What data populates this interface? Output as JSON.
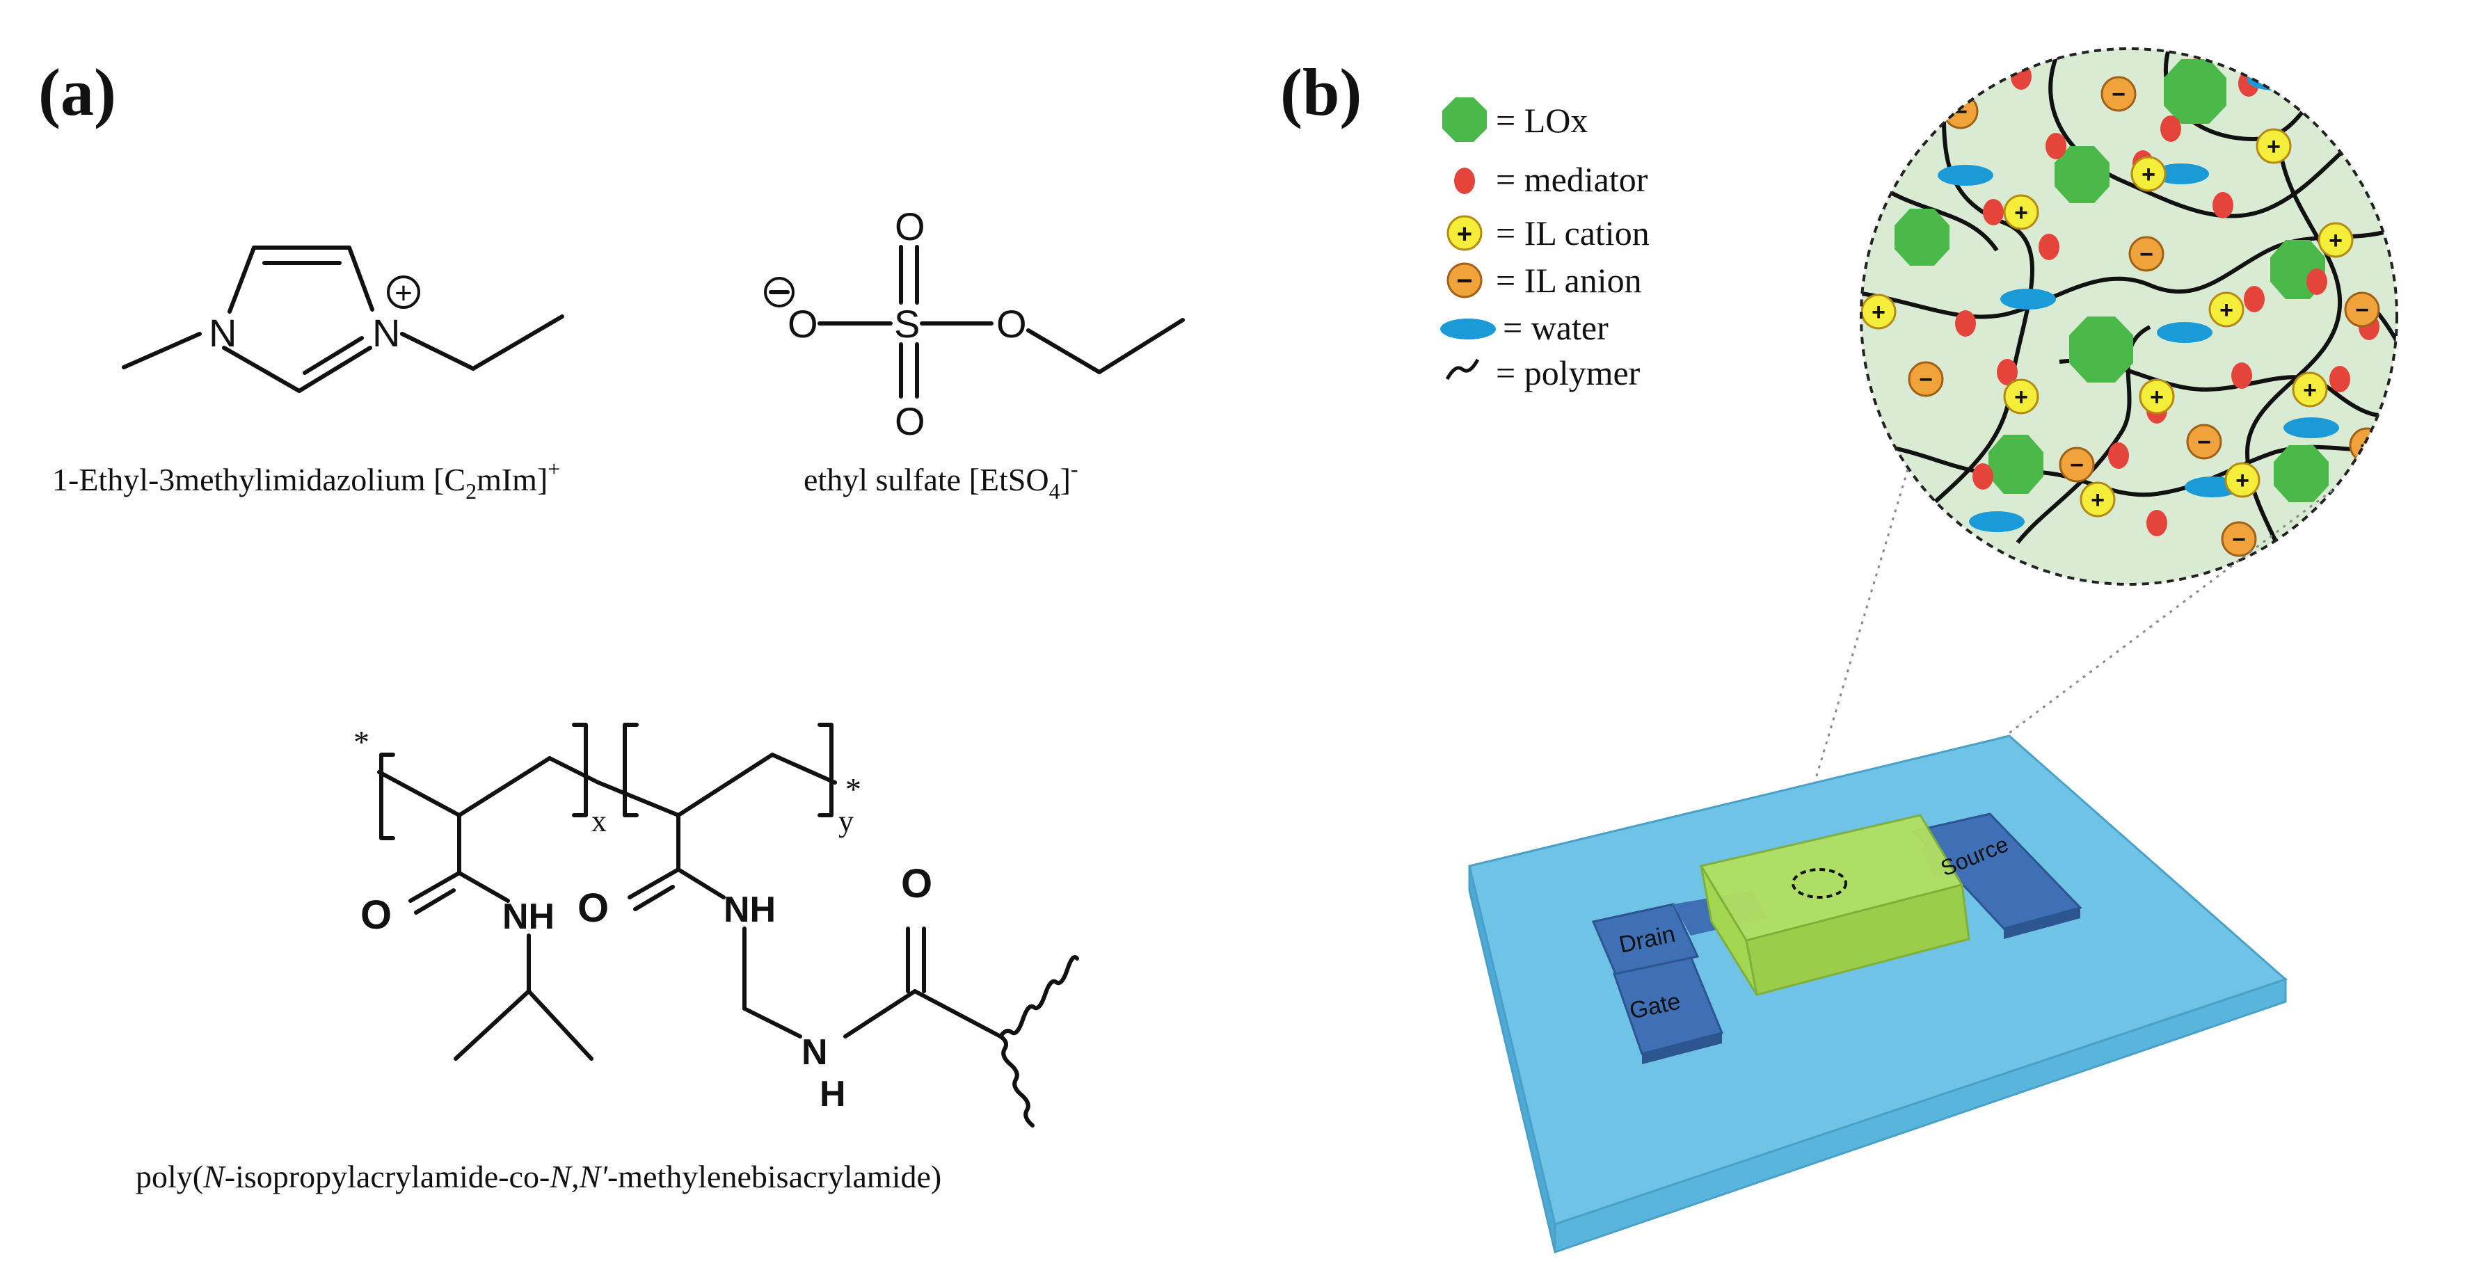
{
  "panel_a": {
    "label": "(a)",
    "cation": {
      "name_prefix": "1-Ethyl-3methylimidazolium [C",
      "name_sub": "2",
      "name_mid": "mIm]",
      "name_sup": "+",
      "atom_n1": "N",
      "atom_n2": "N",
      "charge": "+"
    },
    "anion": {
      "name_prefix": "ethyl sulfate [EtSO",
      "name_sub": "4",
      "name_mid": "]",
      "name_sup": "-",
      "atom_s": "S",
      "atom_o_top": "O",
      "atom_o_bottom": "O",
      "atom_o_left": "O",
      "atom_o_right": "O",
      "charge": "−"
    },
    "polymer": {
      "end_star_left": "*",
      "end_star_right": "*",
      "sub_x": "x",
      "sub_y": "y",
      "o1": "O",
      "nh1": "NH",
      "o2": "O",
      "nh2": "NH",
      "o3": "O",
      "n3": "N",
      "h3": "H",
      "name_1": "poly(",
      "name_2": "N",
      "name_3": "-isopropylacrylamide-co-",
      "name_4": "N,N'",
      "name_5": "-methylenebisacrylamide)"
    }
  },
  "panel_b": {
    "label": "(b)",
    "legend": [
      {
        "label": "= LOx",
        "icon": "octagon-icon",
        "color": "#4bb84a"
      },
      {
        "label": "= mediator",
        "icon": "dot-icon",
        "color": "#e5443b"
      },
      {
        "label": "= IL cation",
        "icon": "plus-circle-icon",
        "color": "#f4ee3a",
        "symbol": "+"
      },
      {
        "label": "= IL anion",
        "icon": "minus-circle-icon",
        "color": "#f0a23b",
        "symbol": "−"
      },
      {
        "label": "= water",
        "icon": "ellipse-icon",
        "color": "#1a9bd8"
      },
      {
        "label": "= polymer",
        "icon": "squiggle-icon",
        "color": "#111111"
      }
    ],
    "device": {
      "drain": "Drain",
      "gate": "Gate",
      "source": "Source",
      "substrate_color": "#6ec3e6",
      "gel_color": "#b3e060",
      "electrode_color": "#3f6fb4"
    },
    "zoom_fill": "#d9ecd3"
  }
}
